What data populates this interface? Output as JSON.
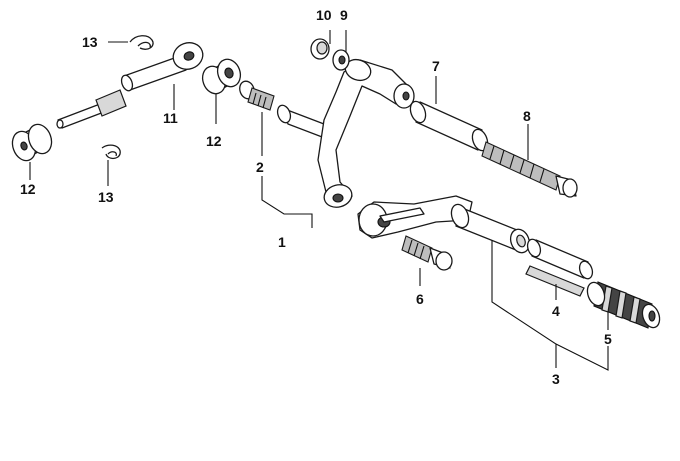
{
  "diagram": {
    "labels": [
      {
        "id": "callout-1",
        "text": "1"
      },
      {
        "id": "callout-2",
        "text": "2"
      },
      {
        "id": "callout-3",
        "text": "3"
      },
      {
        "id": "callout-4",
        "text": "4"
      },
      {
        "id": "callout-5",
        "text": "5"
      },
      {
        "id": "callout-6",
        "text": "6"
      },
      {
        "id": "callout-7",
        "text": "7"
      },
      {
        "id": "callout-8",
        "text": "8"
      },
      {
        "id": "callout-9",
        "text": "9"
      },
      {
        "id": "callout-10",
        "text": "10"
      },
      {
        "id": "callout-11",
        "text": "11"
      },
      {
        "id": "callout-12a",
        "text": "12"
      },
      {
        "id": "callout-12b",
        "text": "12"
      },
      {
        "id": "callout-13a",
        "text": "13"
      },
      {
        "id": "callout-13b",
        "text": "13"
      }
    ]
  }
}
